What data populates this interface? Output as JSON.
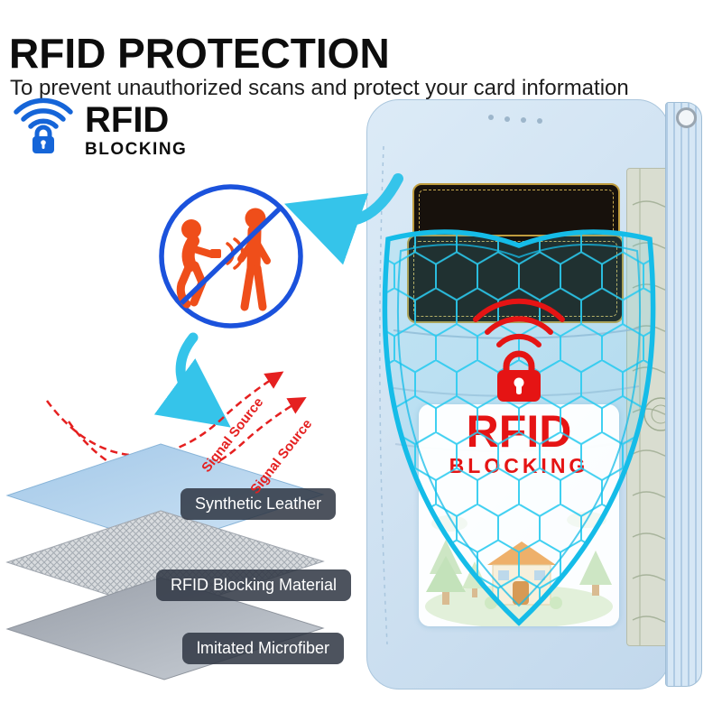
{
  "header": {
    "title": "RFID PROTECTION",
    "subtitle": "To prevent unauthorized scans and protect your card information"
  },
  "logo": {
    "title": "RFID",
    "subtitle": "BLOCKING"
  },
  "shield_badge": {
    "title": "RFID",
    "subtitle": "BLOCKING"
  },
  "signal_labels": {
    "first": "Signal Source",
    "second": "Signal Source"
  },
  "layers": [
    {
      "label": "Synthetic Leather"
    },
    {
      "label": "RFID Blocking Material"
    },
    {
      "label": "lmitated Microfiber"
    }
  ],
  "icons": {
    "logo": "wifi-lock-icon",
    "prohibition": "no-scan-icon",
    "shield": "hex-shield-icon",
    "lock": "lock-signal-icon",
    "arrows": "curved-arrow-icon",
    "signal": "dashed-signal-arrow-icon"
  },
  "colors": {
    "brand_blue": "#1b52dc",
    "cyan": "#2bcbf0",
    "red": "#e51414",
    "orange": "#ef4e1a",
    "case_blue": "#cfe2f2"
  }
}
